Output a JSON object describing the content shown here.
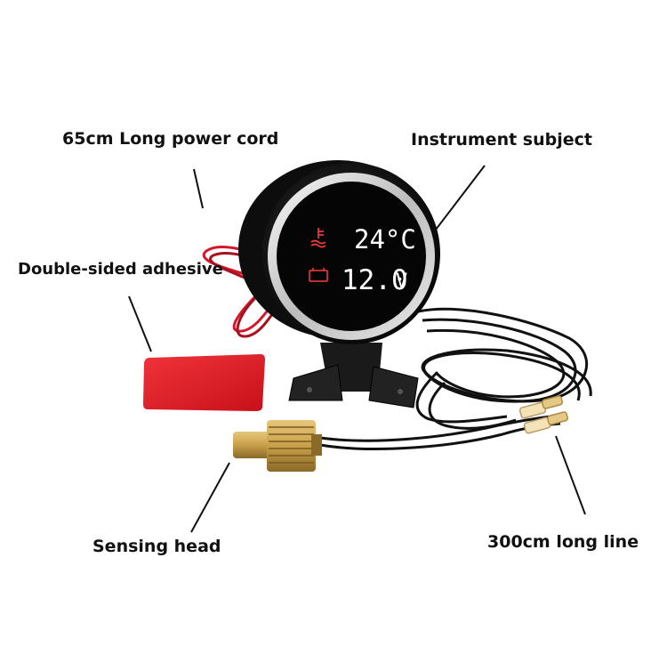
{
  "labels": {
    "power_cord": "65cm Long power cord",
    "instrument": "Instrument subject",
    "adhesive": "Double-sided adhesive",
    "sensing_head": "Sensing head",
    "long_line": "300cm long line"
  },
  "display": {
    "temperature": "24°C",
    "voltage_value": "12.0",
    "voltage_unit": "V"
  },
  "icons": {
    "temperature_icon": "coolant-temperature-icon",
    "battery_icon": "battery-icon"
  },
  "colors": {
    "display_bg": "#050505",
    "adhesive_red": "#e8141e",
    "wire_red": "#d3182c",
    "brass": "#c9a04a"
  }
}
